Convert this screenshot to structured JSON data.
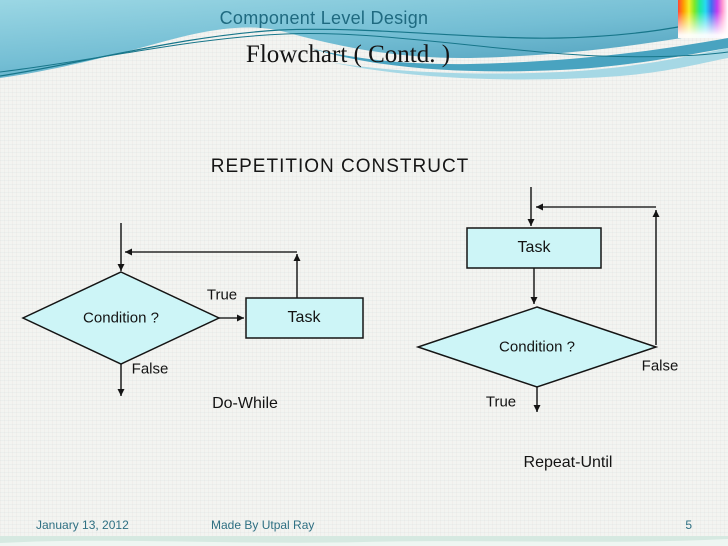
{
  "header": {
    "title": "Component Level Design",
    "subtitle": "Flowchart  ( Contd. )"
  },
  "heading": "REPETITION CONSTRUCT",
  "do_while": {
    "condition": "Condition ?",
    "task": "Task",
    "true_label": "True",
    "false_label": "False",
    "caption": "Do-While"
  },
  "repeat_until": {
    "task": "Task",
    "condition": "Condition ?",
    "true_label": "True",
    "false_label": "False",
    "caption": "Repeat-Until"
  },
  "footer": {
    "date": "January 13, 2012",
    "credit": "Made By Utpal Ray",
    "page": "5"
  },
  "icons": {
    "top_right": "rainbow-spectrum-logo"
  },
  "colors": {
    "shape_fill": "#cdf5f7",
    "shape_border": "#141414",
    "connector": "#2b2b2b",
    "header_text": "#1f6a80",
    "footer_text": "#2e6f82",
    "accent_line": "#17768a",
    "band_teal": "#49a3c0",
    "band_light": "#a6d8e5"
  }
}
